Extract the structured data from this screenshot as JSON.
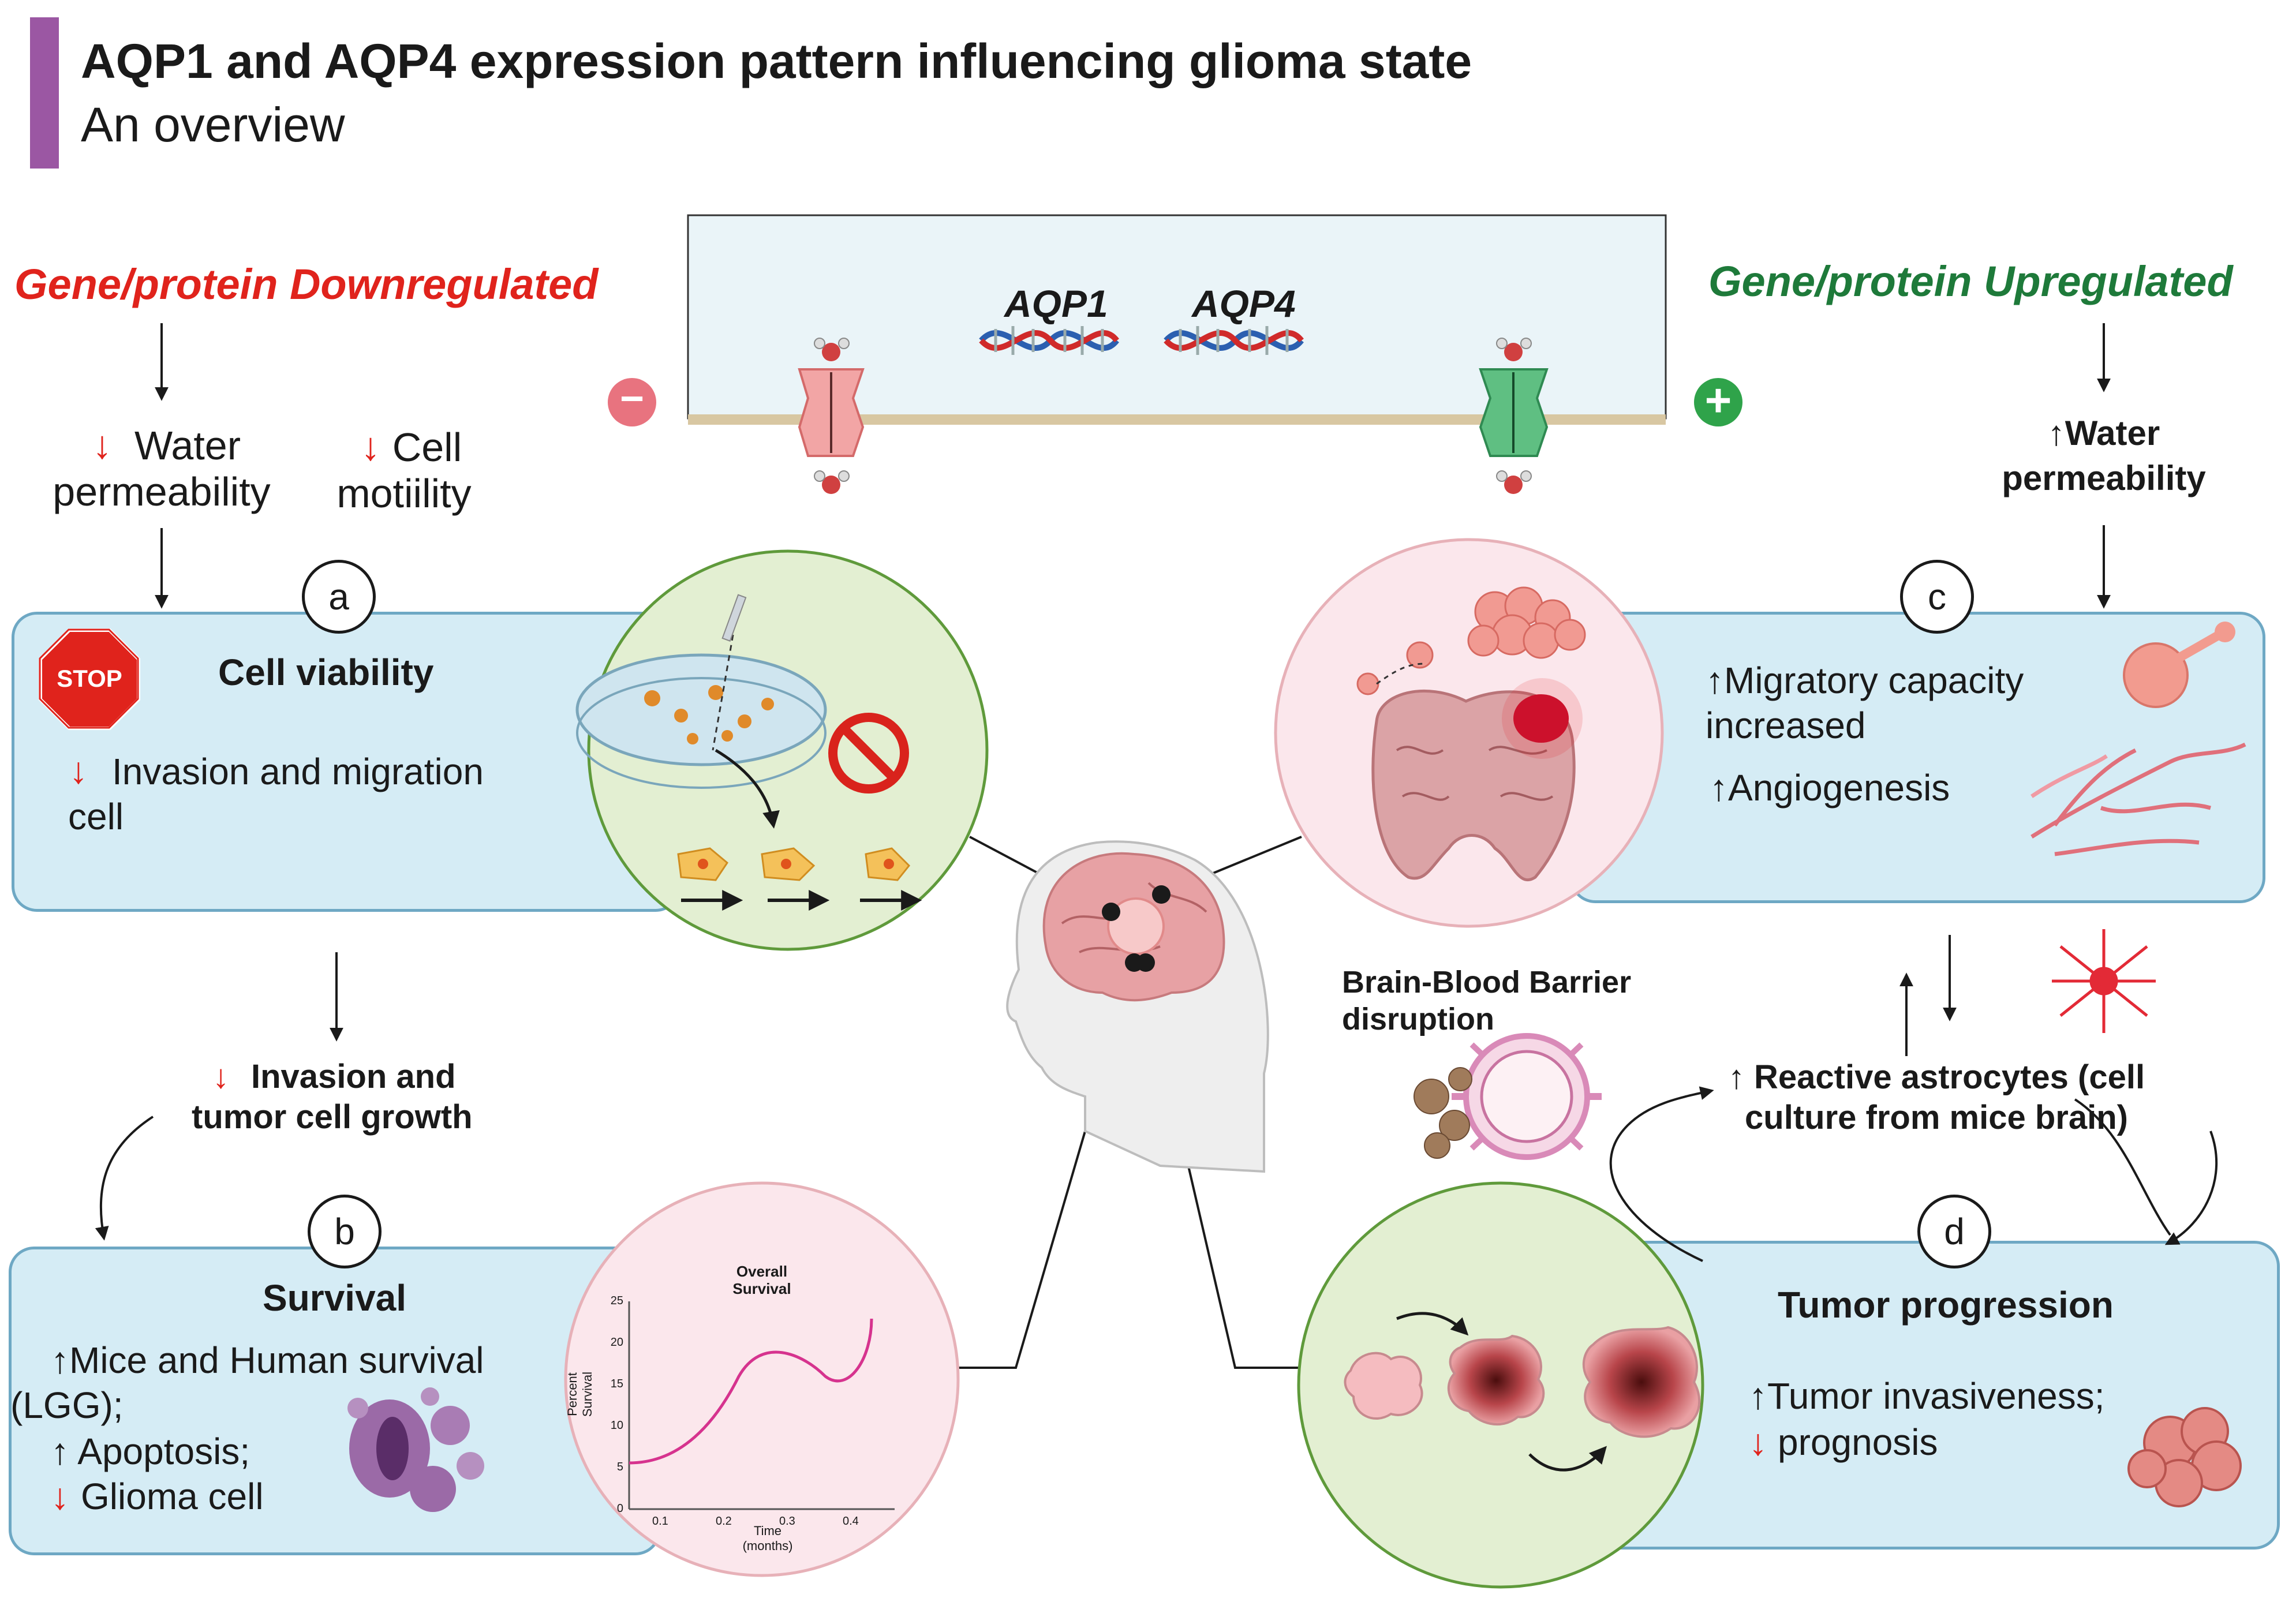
{
  "header": {
    "title": "AQP1 and AQP4 expression pattern influencing glioma state",
    "subtitle": "An overview",
    "accent_color": "#9b57a3"
  },
  "top_panel": {
    "gene_1": "AQP1",
    "gene_2": "AQP4",
    "minus_symbol": "−",
    "plus_symbol": "+"
  },
  "left_flow": {
    "heading": "Gene/protein Downregulated",
    "water_arrow": "↓",
    "water_label": "Water\npermeability",
    "cell_arrow": "↓",
    "cell_label": "Cell\nmotiility"
  },
  "right_flow": {
    "heading": "Gene/protein Upregulated",
    "water_label": "↑Water\npermeability"
  },
  "panel_a": {
    "badge": "a",
    "stop_sign": "STOP",
    "title": "Cell viability",
    "arrow": "↓",
    "text": "Invasion and migration\ncell"
  },
  "middle_left": {
    "arrow": "↓",
    "text_line1": "Invasion and",
    "text_line2": "tumor cell growth"
  },
  "panel_b": {
    "badge": "b",
    "title": "Survival",
    "line1": "↑Mice and Human survival\n(LGG);",
    "line2": "↑ Apoptosis;",
    "line3_arrow": "↓",
    "line3": "Glioma cell"
  },
  "survival_chart": {
    "title": "Overall\nSurvival",
    "ylabel": "Percent\nSurvival",
    "xlabel": "Time\n(months)",
    "y_ticks": [
      "25",
      "20",
      "15",
      "10",
      "5",
      "0"
    ],
    "x_ticks": [
      "0.1",
      "0.2",
      "0.3",
      "0.4"
    ]
  },
  "panel_c": {
    "badge": "c",
    "line1": "↑Migratory capacity\nincreased",
    "line2": "↑Angiogenesis"
  },
  "bbb": {
    "label": "Brain-Blood  Barrier\ndisruption"
  },
  "astrocytes": {
    "text": "↑ Reactive astrocytes (cell\nculture from mice brain)"
  },
  "panel_d": {
    "badge": "d",
    "title": "Tumor progression",
    "line1": "↑Tumor invasiveness;",
    "line2_arrow": "↓",
    "line2": "prognosis"
  },
  "colors": {
    "box_fill": "#d5ecf5",
    "box_border": "#6ea8c4",
    "down_red": "#e0231c",
    "up_green": "#1e7a3a",
    "circle_green": "#e3efd2",
    "circle_pink": "#fbe7ec"
  }
}
